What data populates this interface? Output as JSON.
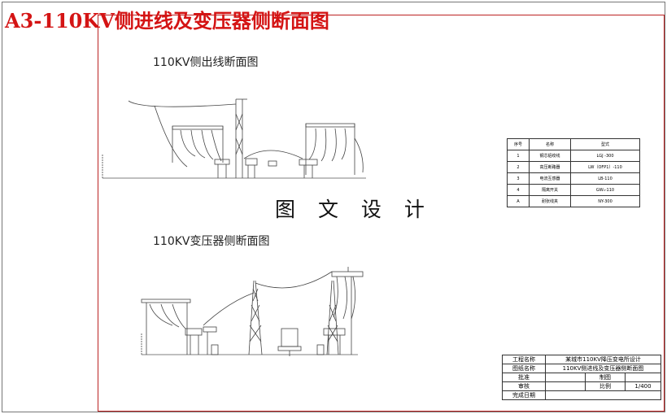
{
  "title": "A3-110KV侧进线及变压器侧断面图",
  "section1_title": "110KV侧出线断面图",
  "section2_title": "110KV变压器侧断面图",
  "watermark": "图 文 设 计",
  "equipment_table": {
    "headers": [
      "序号",
      "名称",
      "型式"
    ],
    "rows": [
      [
        "1",
        "钢芯铝绞线",
        "LGJ -300"
      ],
      [
        "2",
        "高压断路器",
        "LW（OFP1）-110"
      ],
      [
        "3",
        "电流互感器",
        "LB-110"
      ],
      [
        "4",
        "隔离开关",
        "GW₅-110"
      ],
      [
        "A",
        "耐张线夹",
        "NY-300"
      ]
    ]
  },
  "title_block": {
    "project_label": "工程名称",
    "project_value": "某城市110KV降压变电所设计",
    "drawing_label": "图纸名称",
    "drawing_value": "110KV侧进线及变压器侧断面图",
    "approve_label": "批准",
    "drawn_label": "制图",
    "review_label": "审核",
    "scale_label": "比例",
    "scale_value": "1/400",
    "date_label": "完成日期"
  }
}
